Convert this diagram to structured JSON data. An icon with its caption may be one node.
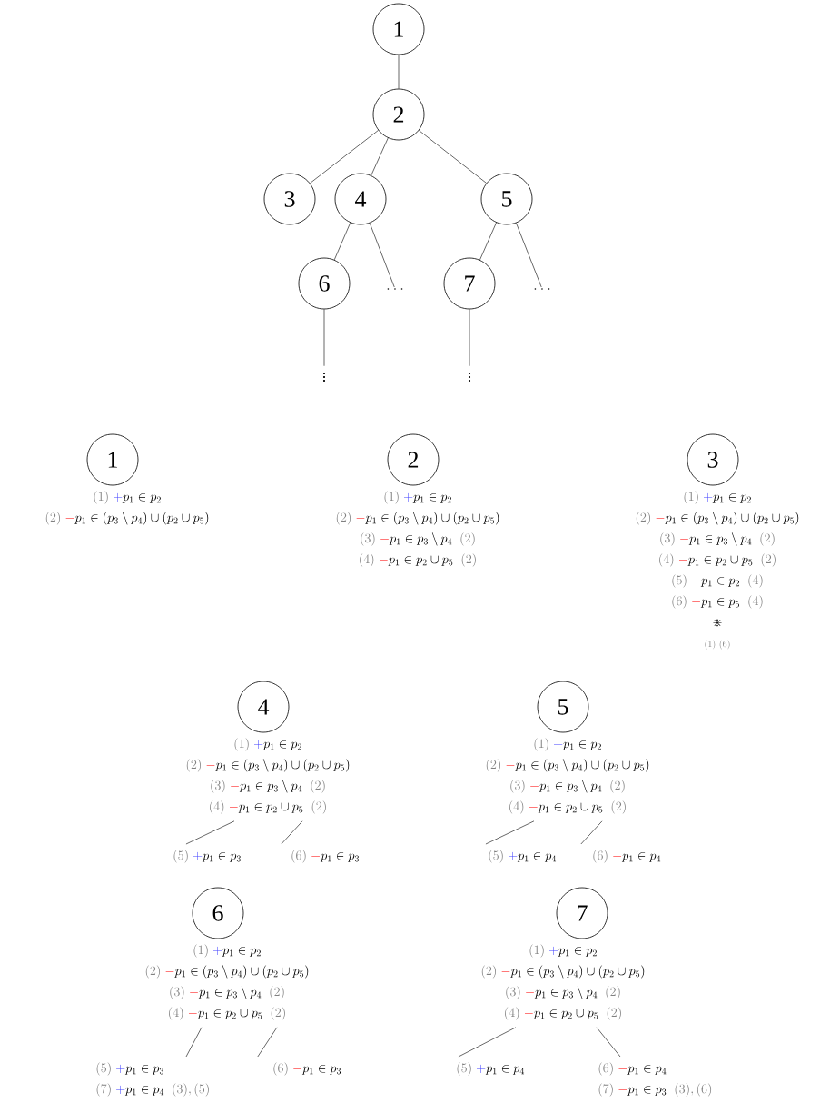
{
  "diagram": {
    "nodes": [
      {
        "text": [
          "1"
        ]
      },
      {
        "text": [
          "2"
        ]
      },
      {
        "text": [
          "3"
        ]
      },
      {
        "text": [
          "4"
        ]
      },
      {
        "text": [
          "5"
        ]
      },
      {
        "text": [
          "6"
        ]
      },
      {
        "text": [
          "7"
        ]
      },
      {
        "text": [
          "\\ldots"
        ]
      },
      {
        "text": [
          "\\ldots"
        ]
      },
      {
        "text": [
          "\\vdots"
        ]
      },
      {
        "text": [
          "\\vdots"
        ]
      },
      {
        "text": [
          "1"
        ]
      },
      {
        "text": [
          "{\\color{gray}(1)}\\;{\\color{blue!75}+}p_1\\in p_2",
          "{\\color{gray}(2)}\\;{\\color{red!70}-}p_1\\in(p_3\\setminus p_4)\\cup(p_2\\cup p_5)"
        ]
      },
      {
        "text": [
          "2"
        ]
      },
      {
        "text": [
          "{\\color{gray}(1)}\\;{\\color{blue!75}+}p_1\\in p_2",
          "{\\color{gray}(2)}\\;{\\color{red!70}-}p_1\\in(p_3\\setminus p_4)\\cup(p_2\\cup p_5)",
          "{\\color{gray}(3)}\\;{\\color{red!70}-}p_1\\in p_3\\setminus p_4\\;\\;{\\color{gray}(2)}",
          "{\\color{gray}(4)}\\;{\\color{red!70}-}p_1\\in p_2\\cup p_5\\;\\;{\\color{gray}(2)}"
        ]
      },
      {
        "text": [
          "3"
        ]
      },
      {
        "text": [
          "{\\color{gray}(1)}\\;{\\color{blue!75}+}p_1\\in p_2",
          "{\\color{gray}(2)}\\;{\\color{red!70}-}p_1\\in(p_3\\setminus p_4)\\cup(p_2\\cup p_5)",
          "{\\color{gray}(3)}\\;{\\color{red!70}-}p_1\\in p_3\\setminus p_4\\;\\;{\\color{gray}(2)}",
          "{\\color{gray}(4)}\\;{\\color{red!70}-}p_1\\in p_2\\cup p_5\\;\\;{\\color{gray}(2)}",
          "{\\color{gray}(5)}\\;{\\color{red!70}-}p_1\\in p_2\\;\\;{\\color{gray}(4)}",
          "{\\color{gray}(6)}\\;{\\color{red!70}-}p_1\\in p_5\\;\\;{\\color{gray}(4)}",
          "\\divideontimes",
          "\\scriptstyle{\\color{gray}(1)\\ (6)}"
        ]
      },
      {
        "text": [
          "4"
        ]
      },
      {
        "text": [
          "{\\color{gray}(1)}\\;{\\color{blue!75}+}p_1\\in p_2",
          "{\\color{gray}(2)}\\;{\\color{red!70}-}p_1\\in(p_3\\setminus p_4)\\cup(p_2\\cup p_5)",
          "{\\color{gray}(3)}\\;{\\color{red!70}-}p_1\\in p_3\\setminus p_4\\;\\;{\\color{gray}(2)}",
          "{\\color{gray}(4)}\\;{\\color{red!70}-}p_1\\in p_2\\cup p_5\\;\\;{\\color{gray}(2)}"
        ]
      },
      {
        "text": [
          "{\\color{gray}(5)}\\;{\\color{blue!75}+}p_1\\in p_3"
        ]
      },
      {
        "text": [
          "{\\color{gray}(6)}\\;{\\color{red!70}-}p_1\\in p_3"
        ]
      },
      {
        "text": [
          "5"
        ]
      },
      {
        "text": [
          "{\\color{gray}(1)}\\;{\\color{blue!75}+}p_1\\in p_2",
          "{\\color{gray}(2)}\\;{\\color{red!70}-}p_1\\in(p_3\\setminus p_4)\\cup(p_2\\cup p_5)",
          "{\\color{gray}(3)}\\;{\\color{red!70}-}p_1\\in p_3\\setminus p_4\\;\\;{\\color{gray}(2)}",
          "{\\color{gray}(4)}\\;{\\color{red!70}-}p_1\\in p_2\\cup p_5\\;\\;{\\color{gray}(2)}"
        ]
      },
      {
        "text": [
          "{\\color{gray}(5)}\\;{\\color{blue!75}+}p_1\\in p_4"
        ]
      },
      {
        "text": [
          "{\\color{gray}(6)}\\;{\\color{red!70}-}p_1\\in p_4"
        ]
      },
      {
        "text": [
          "6"
        ]
      },
      {
        "text": [
          "{\\color{gray}(1)}\\;{\\color{blue!75}+}p_1\\in p_2",
          "{\\color{gray}(2)}\\;{\\color{red!70}-}p_1\\in(p_3\\setminus p_4)\\cup(p_2\\cup p_5)",
          "{\\color{gray}(3)}\\;{\\color{red!70}-}p_1\\in p_3\\setminus p_4\\;\\;{\\color{gray}(2)}",
          "{\\color{gray}(4)}\\;{\\color{red!70}-}p_1\\in p_2\\cup p_5\\;\\;{\\color{gray}(2)}"
        ]
      },
      {
        "text": [
          "{\\color{gray}(5)}\\;{\\color{blue!75}+}p_1\\in p_3",
          "{\\color{gray}(7)}\\;{\\color{blue!75}+}p_1\\in p_4\\;\\;{\\color{gray}(3),(5)}"
        ]
      },
      {
        "text": [
          "{\\color{gray}(6)}\\;{\\color{red!70}-}p_1\\in p_3"
        ]
      },
      {
        "text": [
          "7"
        ]
      },
      {
        "text": [
          "{\\color{gray}(1)}\\;{\\color{blue!75}+}p_1\\in p_2",
          "{\\color{gray}(2)}\\;{\\color{red!70}-}p_1\\in(p_3\\setminus p_4)\\cup(p_2\\cup p_5)",
          "{\\color{gray}(3)}\\;{\\color{red!70}-}p_1\\in p_3\\setminus p_4\\;\\;{\\color{gray}(2)}",
          "{\\color{gray}(4)}\\;{\\color{red!70}-}p_1\\in p_2\\cup p_5\\;\\;{\\color{gray}(2)}"
        ]
      },
      {
        "text": [
          "{\\color{gray}(5)}\\;{\\color{blue!75}+}p_1\\in p_4"
        ]
      },
      {
        "text": [
          "{\\color{gray}(6)}\\;{\\color{red!70}-}p_1\\in p_4",
          "{\\color{gray}(7)}\\;{\\color{red!70}-}p_1\\in p_3\\;\\;{\\color{gray}(3),(6)}"
        ]
      }
    ],
    "edges": [
      {
        "from": 0,
        "to": 1,
        "arrow": "none"
      },
      {
        "from": 1,
        "to": 2,
        "arrow": "none"
      },
      {
        "from": 1,
        "to": 3,
        "arrow": "none"
      },
      {
        "from": 1,
        "to": 4,
        "arrow": "none"
      },
      {
        "from": 3,
        "to": 5,
        "arrow": "none"
      },
      {
        "from": 3,
        "to": 7,
        "arrow": "none"
      },
      {
        "from": 4,
        "to": 6,
        "arrow": "none"
      },
      {
        "from": 4,
        "to": 8,
        "arrow": "none"
      },
      {
        "from": 5,
        "to": 9,
        "arrow": "none"
      },
      {
        "from": 6,
        "to": 10,
        "arrow": "none"
      },
      {
        "from": 18,
        "to": 19,
        "arrow": "none"
      },
      {
        "from": 18,
        "to": 20,
        "arrow": "none"
      },
      {
        "from": 22,
        "to": 23,
        "arrow": "none"
      },
      {
        "from": 22,
        "to": 24,
        "arrow": "none"
      },
      {
        "from": 26,
        "to": 27,
        "arrow": "none"
      },
      {
        "from": 26,
        "to": 28,
        "arrow": "none"
      },
      {
        "from": 30,
        "to": 31,
        "arrow": "none"
      },
      {
        "from": 30,
        "to": 32,
        "arrow": "none"
      }
    ]
  }
}
